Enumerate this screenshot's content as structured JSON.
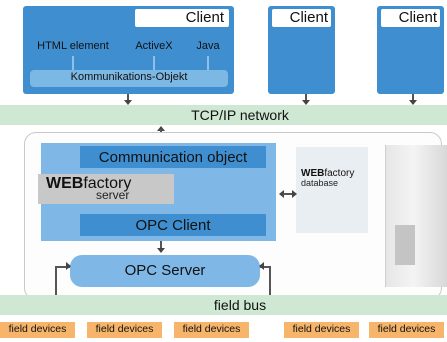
{
  "clients": {
    "main": {
      "label": "Client",
      "components": [
        "HTML element",
        "ActiveX",
        "Java"
      ],
      "comm_object": "Kommunikations-Objekt"
    },
    "others": [
      "Client",
      "Client"
    ]
  },
  "network": {
    "label": "TCP/IP network"
  },
  "server": {
    "comm_object": "Communication object",
    "brand_bold": "WEB",
    "brand_light": "factory",
    "brand_sub": "server",
    "opc_client": "OPC Client",
    "opc_server": "OPC Server"
  },
  "database": {
    "brand_bold": "WEB",
    "brand_light": "factory",
    "sub": "database"
  },
  "fieldbus": {
    "label": "field bus"
  },
  "devices": [
    "field devices",
    "field devices",
    "field devices",
    "field devices",
    "field devices"
  ],
  "colors": {
    "client_blue": "#3f8fd0",
    "panel_blue": "#7fb8e6",
    "network_green": "#cfe8d3",
    "device_orange": "#f6b56a"
  }
}
